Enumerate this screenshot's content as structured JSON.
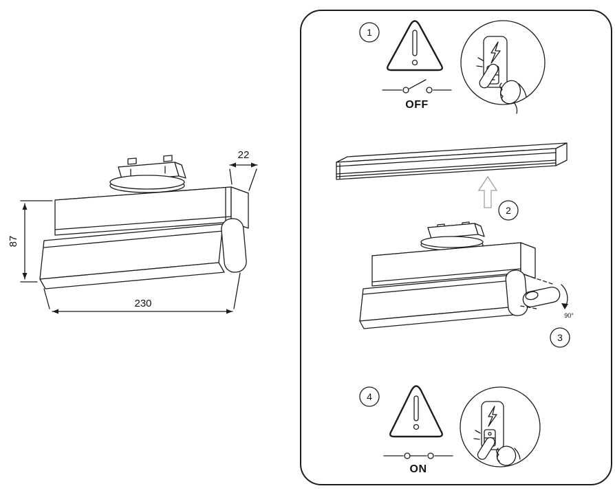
{
  "colors": {
    "ink": "#1c1c1c",
    "arrow_gray": "#9aa0a6",
    "background": "#ffffff"
  },
  "dimensions": {
    "depth": "22",
    "height": "87",
    "width": "230"
  },
  "panel": {
    "steps": [
      {
        "number": "1",
        "label": "OFF",
        "icon": "warning-triangle + open-switch + hand-press-switch"
      },
      {
        "number": "2",
        "icon": "track-rail + mount-arrow + fixture"
      },
      {
        "number": "3",
        "angle": "90°",
        "icon": "rotate-head-detail"
      },
      {
        "number": "4",
        "label": "ON",
        "icon": "warning-triangle + closed-switch + hand-press-switch"
      }
    ]
  }
}
